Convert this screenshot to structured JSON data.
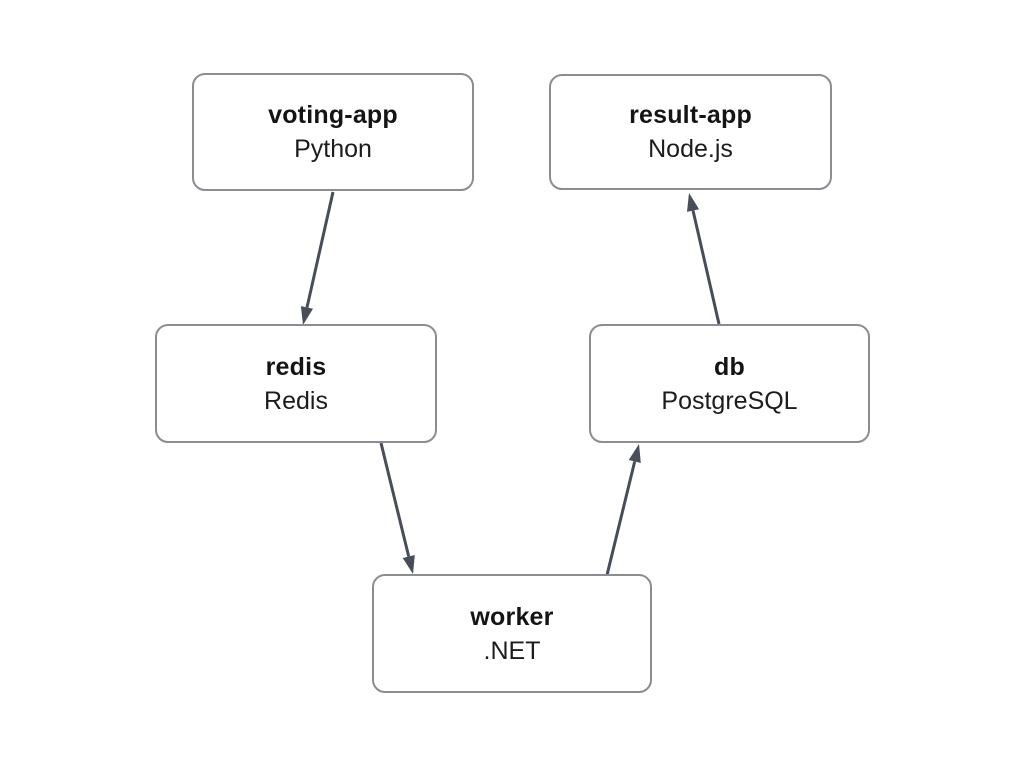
{
  "diagram": {
    "nodes": [
      {
        "id": "voting-app",
        "label": "voting-app",
        "sublabel": "Python"
      },
      {
        "id": "result-app",
        "label": "result-app",
        "sublabel": "Node.js"
      },
      {
        "id": "redis",
        "label": "redis",
        "sublabel": "Redis"
      },
      {
        "id": "db",
        "label": "db",
        "sublabel": "PostgreSQL"
      },
      {
        "id": "worker",
        "label": "worker",
        "sublabel": ".NET"
      }
    ],
    "edges": [
      {
        "from": "voting-app",
        "to": "redis"
      },
      {
        "from": "redis",
        "to": "worker"
      },
      {
        "from": "worker",
        "to": "db"
      },
      {
        "from": "db",
        "to": "result-app"
      }
    ],
    "colors": {
      "background": "#ffffff",
      "node_fill": "#ffffff",
      "node_border": "#8a8d92",
      "arrow": "#484e58",
      "text": "#141414"
    }
  }
}
